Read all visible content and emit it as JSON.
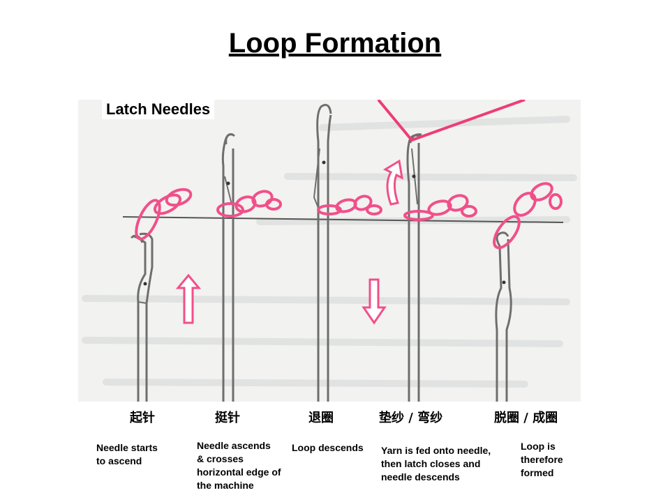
{
  "slide": {
    "title": "Loop Formation",
    "figure_heading": "Latch Needles"
  },
  "stages": [
    {
      "label": "起针",
      "caption": "Needle starts\nto ascend"
    },
    {
      "label": "挺针",
      "caption": "Needle ascends\n & crosses\nhorizontal edge of\nthe machine"
    },
    {
      "label": "退圈",
      "caption": "Loop descends"
    },
    {
      "label": "垫纱 / 弯纱",
      "caption": "Yarn is fed onto needle,\nthen latch closes and\nneedle descends"
    },
    {
      "label": "脱圈 / 成圈",
      "caption": "Loop is\ntherefore\nformed"
    }
  ],
  "colors": {
    "yarn": "#f0508a",
    "yarn_feed": "#ee3c78",
    "needle": "#6e6e6e",
    "figure_bg": "#f2f2f0"
  },
  "icons": [
    "arrow-up-icon",
    "arrow-down-icon",
    "curved-arrow-icon"
  ]
}
